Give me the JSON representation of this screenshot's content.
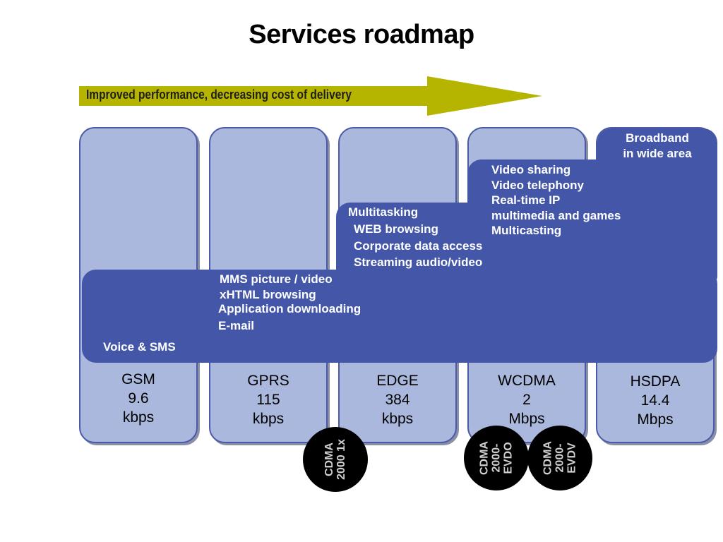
{
  "title": "Services roadmap",
  "arrow_label": "Improved performance, decreasing cost of delivery",
  "colors": {
    "column_fill": "#aab8dd",
    "band_fill": "#4356a8",
    "arrow_fill": "#b5b500"
  },
  "columns": [
    {
      "tech": "GSM",
      "rate": "9.6",
      "unit": "kbps"
    },
    {
      "tech": "GPRS",
      "rate": "115",
      "unit": "kbps"
    },
    {
      "tech": "EDGE",
      "rate": "384",
      "unit": "kbps"
    },
    {
      "tech": "WCDMA",
      "rate": "2",
      "unit": "Mbps"
    },
    {
      "tech": "HSDPA",
      "rate": "14.4",
      "unit": "Mbps"
    }
  ],
  "services": {
    "voice": "Voice & SMS",
    "gprs": [
      "MMS picture / video",
      "xHTML browsing",
      "Application downloading",
      "E-mail"
    ],
    "edge_header": "Multitasking",
    "edge": [
      "WEB browsing",
      "Corporate data access",
      "Streaming audio/video"
    ],
    "wcdma": [
      "Video sharing",
      "Video telephony",
      "Real-time IP",
      "multimedia and games",
      "Multicasting"
    ],
    "hsdpa": [
      "Broadband",
      "in wide area"
    ]
  },
  "cdma": [
    {
      "line1": "CDMA",
      "line2": "2000 1x"
    },
    {
      "line1": "CDMA",
      "line2": "2000-",
      "line3": "EVDO"
    },
    {
      "line1": "CDMA",
      "line2": "2000-",
      "line3": "EVDV"
    }
  ]
}
